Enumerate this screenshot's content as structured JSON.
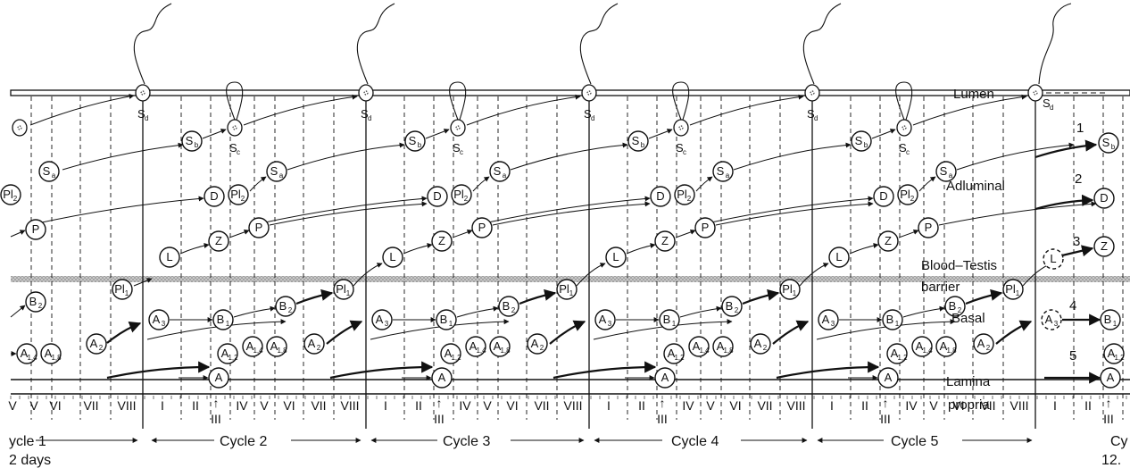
{
  "diagram": {
    "regions": {
      "lumen": "Lumen",
      "adluminal": "Adluminal",
      "btb_line1": "Blood–Testis",
      "btb_line2": "barrier",
      "basal": "Basal",
      "lamina_line1": "Lamina",
      "lamina_line2": "propria"
    },
    "lane_numbers": [
      "1",
      "2",
      "3",
      "4",
      "5"
    ],
    "cycles": [
      {
        "label": "ycle 1"
      },
      {
        "label": "Cycle 2"
      },
      {
        "label": "Cycle 3"
      },
      {
        "label": "Cycle 4"
      },
      {
        "label": "Cycle 5"
      },
      {
        "label": "Cy"
      }
    ],
    "days_left": "2 days",
    "days_right": "12.",
    "stage_numerals": [
      "I",
      "II",
      "III",
      "IV",
      "V",
      "VI",
      "VII",
      "VIII"
    ],
    "partial_left_stages": [
      "V",
      "V",
      "VI",
      "VII",
      "VIII"
    ],
    "cell_types": {
      "A": {
        "main": "A",
        "sub": ""
      },
      "A12": {
        "main": "A",
        "sub": "1,2"
      },
      "A14": {
        "main": "A",
        "sub": "1,4"
      },
      "A18": {
        "main": "A",
        "sub": "1,8"
      },
      "A2": {
        "main": "A",
        "sub": "2"
      },
      "A3": {
        "main": "A",
        "sub": "3"
      },
      "B1": {
        "main": "B",
        "sub": "1"
      },
      "B2": {
        "main": "B",
        "sub": "2"
      },
      "Pl1": {
        "main": "Pl",
        "sub": "1"
      },
      "L": {
        "main": "L",
        "sub": ""
      },
      "Z": {
        "main": "Z",
        "sub": ""
      },
      "P": {
        "main": "P",
        "sub": ""
      },
      "D": {
        "main": "D",
        "sub": ""
      },
      "Pl2": {
        "main": "Pl",
        "sub": "2"
      },
      "Sa": {
        "main": "S",
        "sub": "a"
      },
      "Sb": {
        "main": "S",
        "sub": "b"
      },
      "Sc": {
        "main": "S",
        "sub": "c"
      },
      "Sd": {
        "main": "S",
        "sub": "d"
      }
    },
    "colors": {
      "ink": "#111111",
      "barrier": "#8a8a8a",
      "background": "#ffffff"
    }
  }
}
